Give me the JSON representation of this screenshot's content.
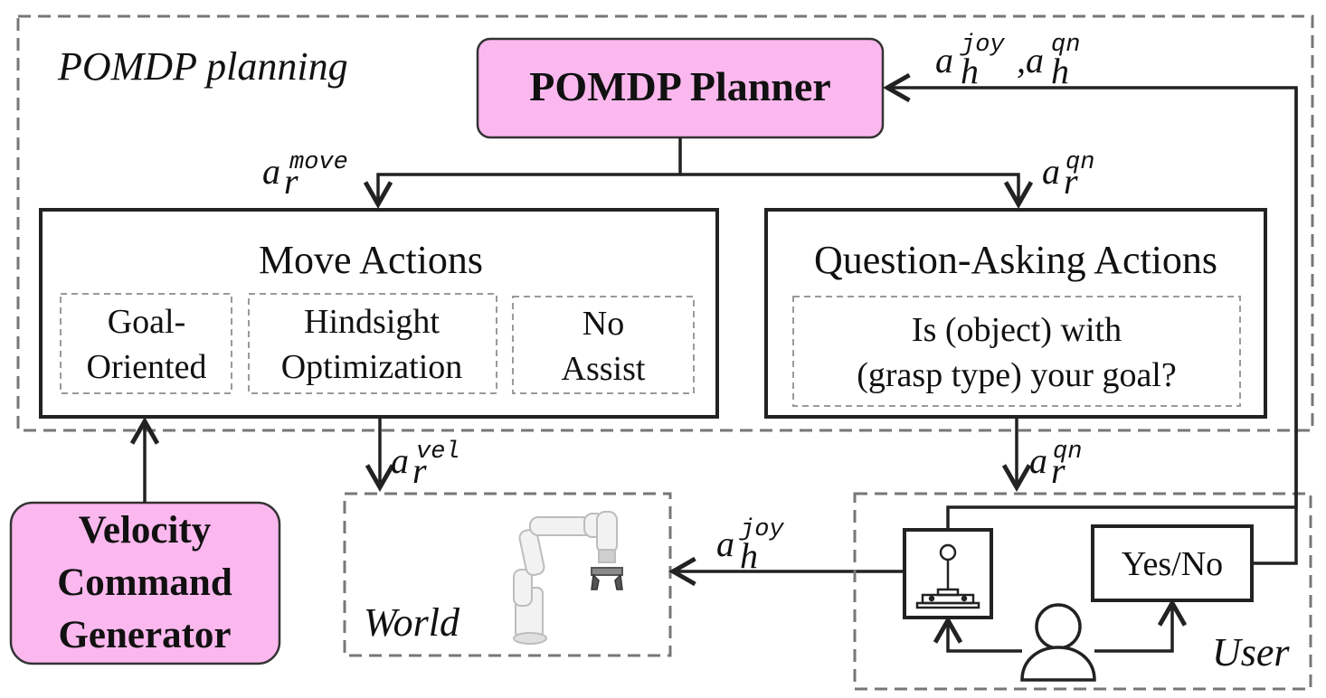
{
  "regions": {
    "planning_label": "POMDP planning",
    "world_label": "World",
    "user_label": "User"
  },
  "planner": {
    "label": "POMDP Planner"
  },
  "move_actions": {
    "title": "Move Actions",
    "options": [
      {
        "line1": "Goal-",
        "line2": "Oriented"
      },
      {
        "line1": "Hindsight",
        "line2": "Optimization"
      },
      {
        "line1": "No",
        "line2": "Assist"
      }
    ]
  },
  "question_actions": {
    "title": "Question-Asking Actions",
    "example_line1": "Is (object) with",
    "example_line2": "(grasp type) your goal?"
  },
  "velocity_generator": {
    "line1": "Velocity",
    "line2": "Command",
    "line3": "Generator"
  },
  "user_inputs": {
    "yes_no": "Yes/No"
  },
  "signals": {
    "base_a": "a",
    "sub_r": "r",
    "sub_h": "h",
    "move": "move",
    "qn": "qn",
    "vel": "vel",
    "joy": "joy",
    "comma": ","
  },
  "icons": [
    "joystick-icon",
    "robot-arm-icon",
    "person-icon"
  ],
  "colors": {
    "highlight_box": "#fbb8ee",
    "dashed_region": "#777777",
    "line": "#222222"
  }
}
